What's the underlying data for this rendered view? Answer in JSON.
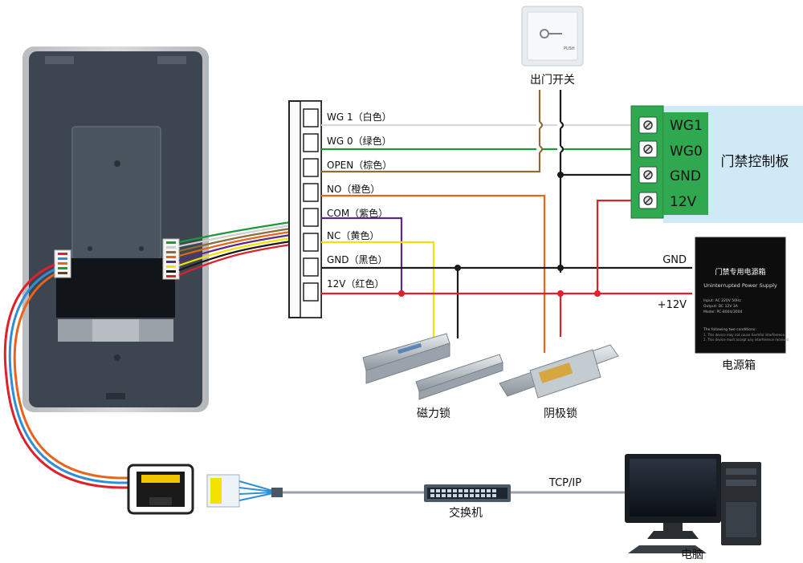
{
  "terminal_block": {
    "wires": [
      {
        "label": "WG 1（白色）",
        "color": "#d9d9d9"
      },
      {
        "label": "WG 0（绿色）",
        "color": "#1a9a3a"
      },
      {
        "label": "OPEN（棕色）",
        "color": "#8a6d3b"
      },
      {
        "label": "NO（橙色）",
        "color": "#e8641b"
      },
      {
        "label": "COM（紫色）",
        "color": "#5b2a86"
      },
      {
        "label": "NC（黄色）",
        "color": "#f2e200"
      },
      {
        "label": "GND（黑色）",
        "color": "#1a1a1a"
      },
      {
        "label": "12V（红色）",
        "color": "#e0202a"
      }
    ]
  },
  "exit_button": {
    "label": "出门开关",
    "push_text": "PUSH"
  },
  "controller": {
    "title": "门禁控制板",
    "terminals": [
      "WG1",
      "WG0",
      "GND",
      "12V"
    ],
    "color": "#2fa84f",
    "panel_color": "#cfe9f7"
  },
  "power_supply": {
    "label": "电源箱",
    "gnd_label": "GND",
    "v_label": "+12V",
    "title_cn": "门禁专用电源箱",
    "title_en": "Uninterrupted Power Supply",
    "spec_lines": [
      "Input: AC 220V 50Hz",
      "Output: DC 12V 3A",
      "Model: PC-8004/3004"
    ],
    "conditions_title": "The following two conditions:",
    "conditions": [
      "1. This device may not cause harmful interference.",
      "2. This device must accept any interference received."
    ]
  },
  "locks": {
    "magnetic": "磁力锁",
    "strike": "阴极锁"
  },
  "network": {
    "switch_label": "交换机",
    "protocol": "TCP/IP",
    "computer_label": "电脑"
  },
  "colors": {
    "device_body": "#3d4650",
    "device_frame": "#c9cbce",
    "wire_blue": "#2f8fd6",
    "wire_red": "#e0202a",
    "wire_orange": "#e8641b"
  }
}
